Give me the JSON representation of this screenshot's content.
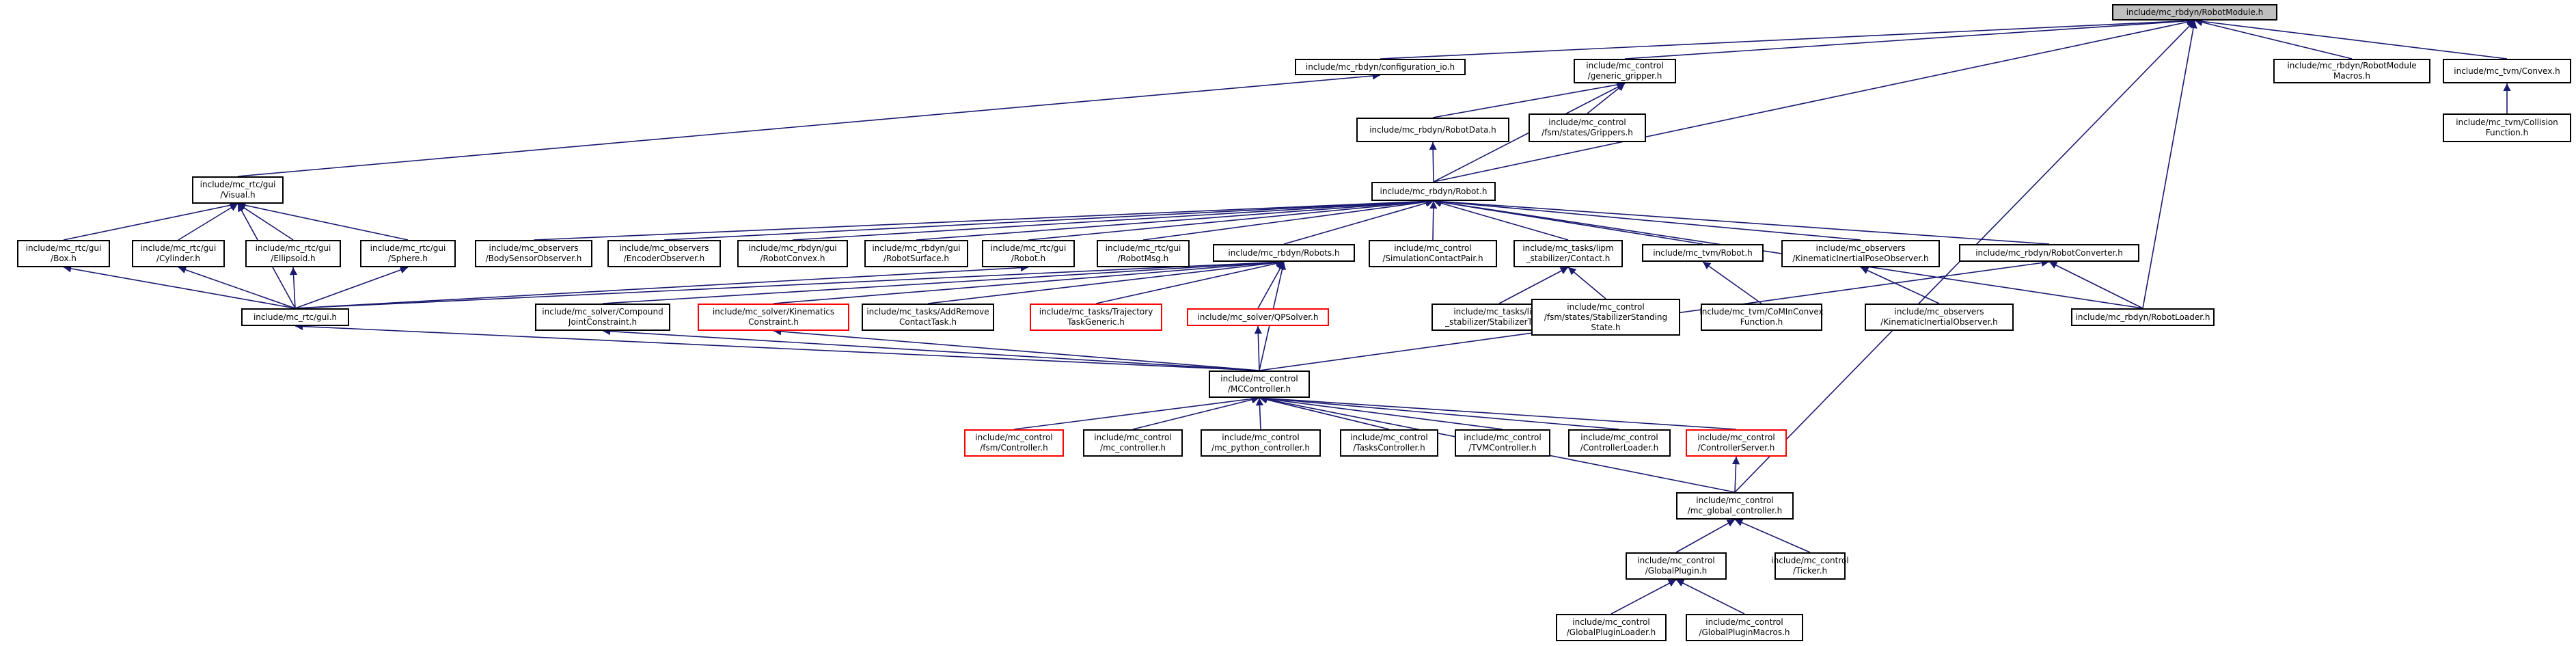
{
  "colors": {
    "edge": "#191970",
    "node_border": "#000000",
    "incomplete_border": "#ff0000",
    "root_fill": "#bfbfbf",
    "background": "#ffffff"
  },
  "nodes": [
    {
      "id": "n0",
      "label": "include/mc_rbdyn/RobotModule.h",
      "root": true
    },
    {
      "id": "n1",
      "label": "include/mc_rbdyn/configuration_io.h"
    },
    {
      "id": "n2",
      "label": "include/mc_control\n/generic_gripper.h"
    },
    {
      "id": "n3",
      "label": "include/mc_rbdyn/RobotModule\nMacros.h"
    },
    {
      "id": "n4",
      "label": "include/mc_tvm/Convex.h"
    },
    {
      "id": "n5",
      "label": "include/mc_rbdyn/RobotData.h"
    },
    {
      "id": "n6",
      "label": "include/mc_control\n/fsm/states/Grippers.h"
    },
    {
      "id": "n7",
      "label": "include/mc_tvm/Collision\nFunction.h"
    },
    {
      "id": "n8",
      "label": "include/mc_rtc/gui\n/Visual.h"
    },
    {
      "id": "n9",
      "label": "include/mc_rbdyn/Robot.h"
    },
    {
      "id": "n10",
      "label": "include/mc_rtc/gui\n/Box.h"
    },
    {
      "id": "n11",
      "label": "include/mc_rtc/gui\n/Cylinder.h"
    },
    {
      "id": "n12",
      "label": "include/mc_rtc/gui\n/Ellipsoid.h"
    },
    {
      "id": "n13",
      "label": "include/mc_rtc/gui\n/Sphere.h"
    },
    {
      "id": "n14",
      "label": "include/mc_observers\n/BodySensorObserver.h"
    },
    {
      "id": "n15",
      "label": "include/mc_observers\n/EncoderObserver.h"
    },
    {
      "id": "n16",
      "label": "include/mc_rbdyn/gui\n/RobotConvex.h"
    },
    {
      "id": "n17",
      "label": "include/mc_rbdyn/gui\n/RobotSurface.h"
    },
    {
      "id": "n18",
      "label": "include/mc_rtc/gui\n/Robot.h"
    },
    {
      "id": "n19",
      "label": "include/mc_rtc/gui\n/RobotMsg.h"
    },
    {
      "id": "n20",
      "label": "include/mc_rbdyn/Robots.h"
    },
    {
      "id": "n21",
      "label": "include/mc_control\n/SimulationContactPair.h"
    },
    {
      "id": "n22",
      "label": "include/mc_tasks/lipm\n_stabilizer/Contact.h"
    },
    {
      "id": "n23",
      "label": "include/mc_tvm/Robot.h"
    },
    {
      "id": "n24",
      "label": "include/mc_observers\n/KinematicInertialPoseObserver.h"
    },
    {
      "id": "n25",
      "label": "include/mc_rbdyn/RobotConverter.h"
    },
    {
      "id": "n26",
      "label": "include/mc_rtc/gui.h"
    },
    {
      "id": "n27",
      "label": "include/mc_solver/Compound\nJointConstraint.h"
    },
    {
      "id": "n28",
      "label": "include/mc_solver/Kinematics\nConstraint.h",
      "red": true
    },
    {
      "id": "n29",
      "label": "include/mc_tasks/AddRemove\nContactTask.h"
    },
    {
      "id": "n30",
      "label": "include/mc_tasks/Trajectory\nTaskGeneric.h",
      "red": true
    },
    {
      "id": "n31",
      "label": "include/mc_solver/QPSolver.h",
      "red": true
    },
    {
      "id": "n32",
      "label": "include/mc_tasks/lipm\n_stabilizer/StabilizerTask.h"
    },
    {
      "id": "n33",
      "label": "include/mc_control\n/fsm/states/StabilizerStanding\nState.h"
    },
    {
      "id": "n34",
      "label": "include/mc_tvm/CoMInConvex\nFunction.h"
    },
    {
      "id": "n35",
      "label": "include/mc_observers\n/KinematicInertialObserver.h"
    },
    {
      "id": "n36",
      "label": "include/mc_rbdyn/RobotLoader.h"
    },
    {
      "id": "n37",
      "label": "include/mc_control\n/MCController.h"
    },
    {
      "id": "n38",
      "label": "include/mc_control\n/fsm/Controller.h",
      "red": true
    },
    {
      "id": "n39",
      "label": "include/mc_control\n/mc_controller.h"
    },
    {
      "id": "n40",
      "label": "include/mc_control\n/mc_python_controller.h"
    },
    {
      "id": "n41",
      "label": "include/mc_control\n/TasksController.h"
    },
    {
      "id": "n42",
      "label": "include/mc_control\n/TVMController.h"
    },
    {
      "id": "n43",
      "label": "include/mc_control\n/ControllerLoader.h"
    },
    {
      "id": "n44",
      "label": "include/mc_control\n/ControllerServer.h",
      "red": true
    },
    {
      "id": "n45",
      "label": "include/mc_control\n/mc_global_controller.h"
    },
    {
      "id": "n46",
      "label": "include/mc_control\n/GlobalPlugin.h"
    },
    {
      "id": "n47",
      "label": "include/mc_control\n/Ticker.h"
    },
    {
      "id": "n48",
      "label": "include/mc_control\n/GlobalPluginLoader.h"
    },
    {
      "id": "n49",
      "label": "include/mc_control\n/GlobalPluginMacros.h"
    }
  ],
  "edges": [
    [
      "n0",
      "n1"
    ],
    [
      "n0",
      "n2"
    ],
    [
      "n0",
      "n3"
    ],
    [
      "n0",
      "n4"
    ],
    [
      "n0",
      "n9"
    ],
    [
      "n0",
      "n36"
    ],
    [
      "n0",
      "n45"
    ],
    [
      "n1",
      "n8"
    ],
    [
      "n2",
      "n5"
    ],
    [
      "n2",
      "n6"
    ],
    [
      "n2",
      "n9"
    ],
    [
      "n4",
      "n7"
    ],
    [
      "n5",
      "n9"
    ],
    [
      "n8",
      "n10"
    ],
    [
      "n8",
      "n11"
    ],
    [
      "n8",
      "n12"
    ],
    [
      "n8",
      "n13"
    ],
    [
      "n8",
      "n26"
    ],
    [
      "n9",
      "n14"
    ],
    [
      "n9",
      "n15"
    ],
    [
      "n9",
      "n16"
    ],
    [
      "n9",
      "n17"
    ],
    [
      "n9",
      "n18"
    ],
    [
      "n9",
      "n19"
    ],
    [
      "n9",
      "n20"
    ],
    [
      "n9",
      "n21"
    ],
    [
      "n9",
      "n22"
    ],
    [
      "n9",
      "n23"
    ],
    [
      "n9",
      "n24"
    ],
    [
      "n9",
      "n25"
    ],
    [
      "n9",
      "n36"
    ],
    [
      "n10",
      "n26"
    ],
    [
      "n11",
      "n26"
    ],
    [
      "n12",
      "n26"
    ],
    [
      "n13",
      "n26"
    ],
    [
      "n18",
      "n26"
    ],
    [
      "n20",
      "n26"
    ],
    [
      "n20",
      "n27"
    ],
    [
      "n20",
      "n28"
    ],
    [
      "n20",
      "n29"
    ],
    [
      "n20",
      "n30"
    ],
    [
      "n20",
      "n31"
    ],
    [
      "n20",
      "n37"
    ],
    [
      "n22",
      "n32"
    ],
    [
      "n22",
      "n33"
    ],
    [
      "n23",
      "n34"
    ],
    [
      "n24",
      "n35"
    ],
    [
      "n25",
      "n36"
    ],
    [
      "n25",
      "n37"
    ],
    [
      "n26",
      "n37"
    ],
    [
      "n27",
      "n37"
    ],
    [
      "n28",
      "n37"
    ],
    [
      "n31",
      "n37"
    ],
    [
      "n37",
      "n38"
    ],
    [
      "n37",
      "n39"
    ],
    [
      "n37",
      "n40"
    ],
    [
      "n37",
      "n41"
    ],
    [
      "n37",
      "n42"
    ],
    [
      "n37",
      "n43"
    ],
    [
      "n37",
      "n44"
    ],
    [
      "n37",
      "n45"
    ],
    [
      "n44",
      "n45"
    ],
    [
      "n45",
      "n46"
    ],
    [
      "n45",
      "n47"
    ],
    [
      "n46",
      "n48"
    ],
    [
      "n46",
      "n49"
    ]
  ]
}
